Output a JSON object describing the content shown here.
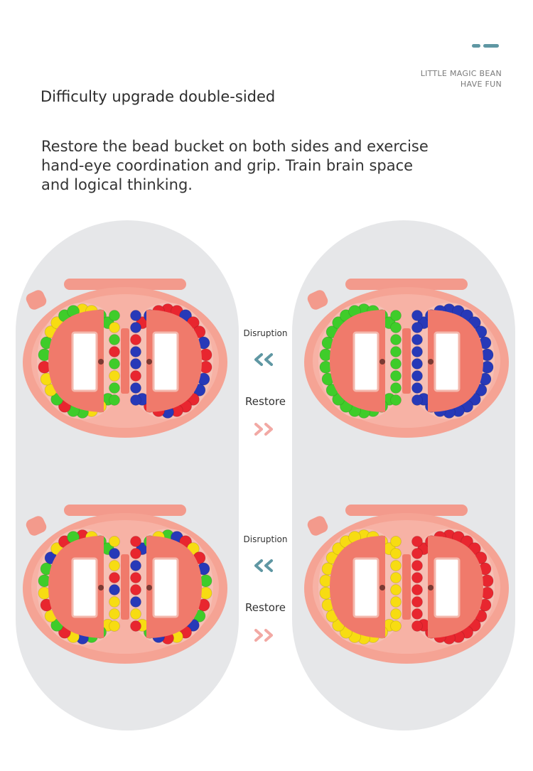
{
  "brand": {
    "line1": "LITTLE MAGIC BEAN",
    "line2": "HAVE FUN"
  },
  "heading": "Difficulty upgrade double-sided",
  "description": [
    "Restore the bead bucket on both sides and exercise",
    "hand-eye coordination and grip. Train brain space",
    "and logical thinking."
  ],
  "labels": {
    "disruption": "Disruption",
    "restore": "Restore"
  },
  "colors": {
    "accent_teal": "#5f97a3",
    "arrow_pink": "#f2a9a4",
    "panel_gray": "#e6e7e9",
    "toy_pink": "#f5a394",
    "toy_inner": "#f07a6b",
    "bead_red": "#e8262f",
    "bead_blue": "#2739b8",
    "bead_green": "#3fcc2a",
    "bead_yellow": "#f7dc12"
  },
  "icons": {
    "left_arrows": "double-chevron-left-icon",
    "right_arrows": "double-chevron-right-icon"
  }
}
